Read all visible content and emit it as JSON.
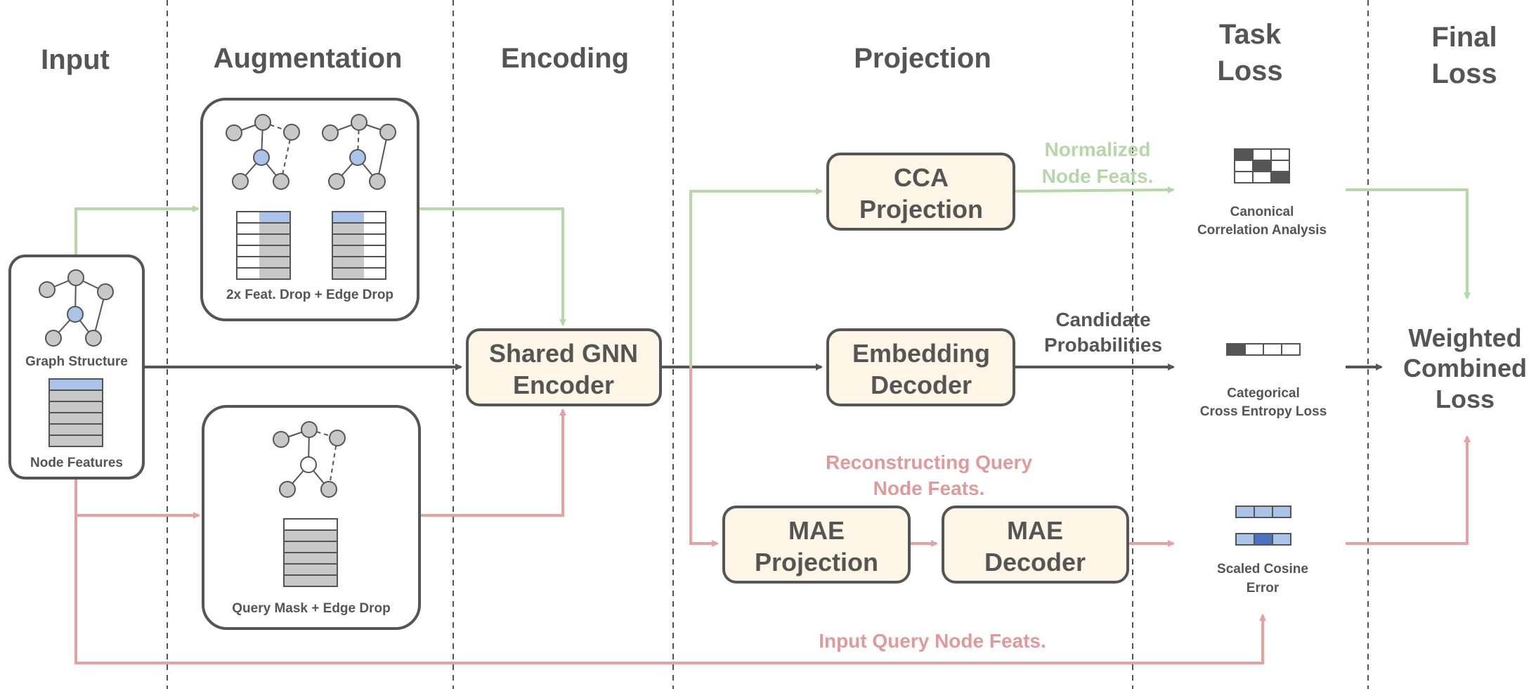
{
  "headers": {
    "input": "Input",
    "augmentation": "Augmentation",
    "encoding": "Encoding",
    "projection": "Projection",
    "task_loss_1": "Task",
    "task_loss_2": "Loss",
    "final_loss_1": "Final",
    "final_loss_2": "Loss"
  },
  "input_panel": {
    "graph_label": "Graph Structure",
    "features_label": "Node Features"
  },
  "augment_top": {
    "label": "2x Feat. Drop + Edge Drop"
  },
  "augment_bottom": {
    "label": "Query Mask + Edge Drop"
  },
  "encoder": {
    "line1": "Shared GNN",
    "line2": "Encoder"
  },
  "cca_proj": {
    "line1": "CCA",
    "line2": "Projection"
  },
  "emb_dec": {
    "line1": "Embedding",
    "line2": "Decoder"
  },
  "mae_proj": {
    "line1": "MAE",
    "line2": "Projection"
  },
  "mae_dec": {
    "line1": "MAE",
    "line2": "Decoder"
  },
  "edge_labels": {
    "normalized_1": "Normalized",
    "normalized_2": "Node Feats.",
    "candidate_1": "Candidate",
    "candidate_2": "Probabilities",
    "reconstruct_1": "Reconstructing Query",
    "reconstruct_2": "Node Feats.",
    "input_query": "Input Query Node Feats."
  },
  "losses": {
    "cca_1": "Canonical",
    "cca_2": "Correlation Analysis",
    "ce_1": "Categorical",
    "ce_2": "Cross Entropy Loss",
    "sce_1": "Scaled Cosine",
    "sce_2": "Error"
  },
  "final": {
    "line1": "Weighted",
    "line2": "Combined",
    "line3": "Loss"
  },
  "colors": {
    "green": "#b6d7a8",
    "green_text": "#b6d7a8",
    "red": "#e6a1a1",
    "red_text": "#e09a9a",
    "dark": "#555555",
    "module_fill": "#fdf6e6",
    "query_node": "#a9c4e8",
    "query_cell_dark": "#4a72c4"
  }
}
